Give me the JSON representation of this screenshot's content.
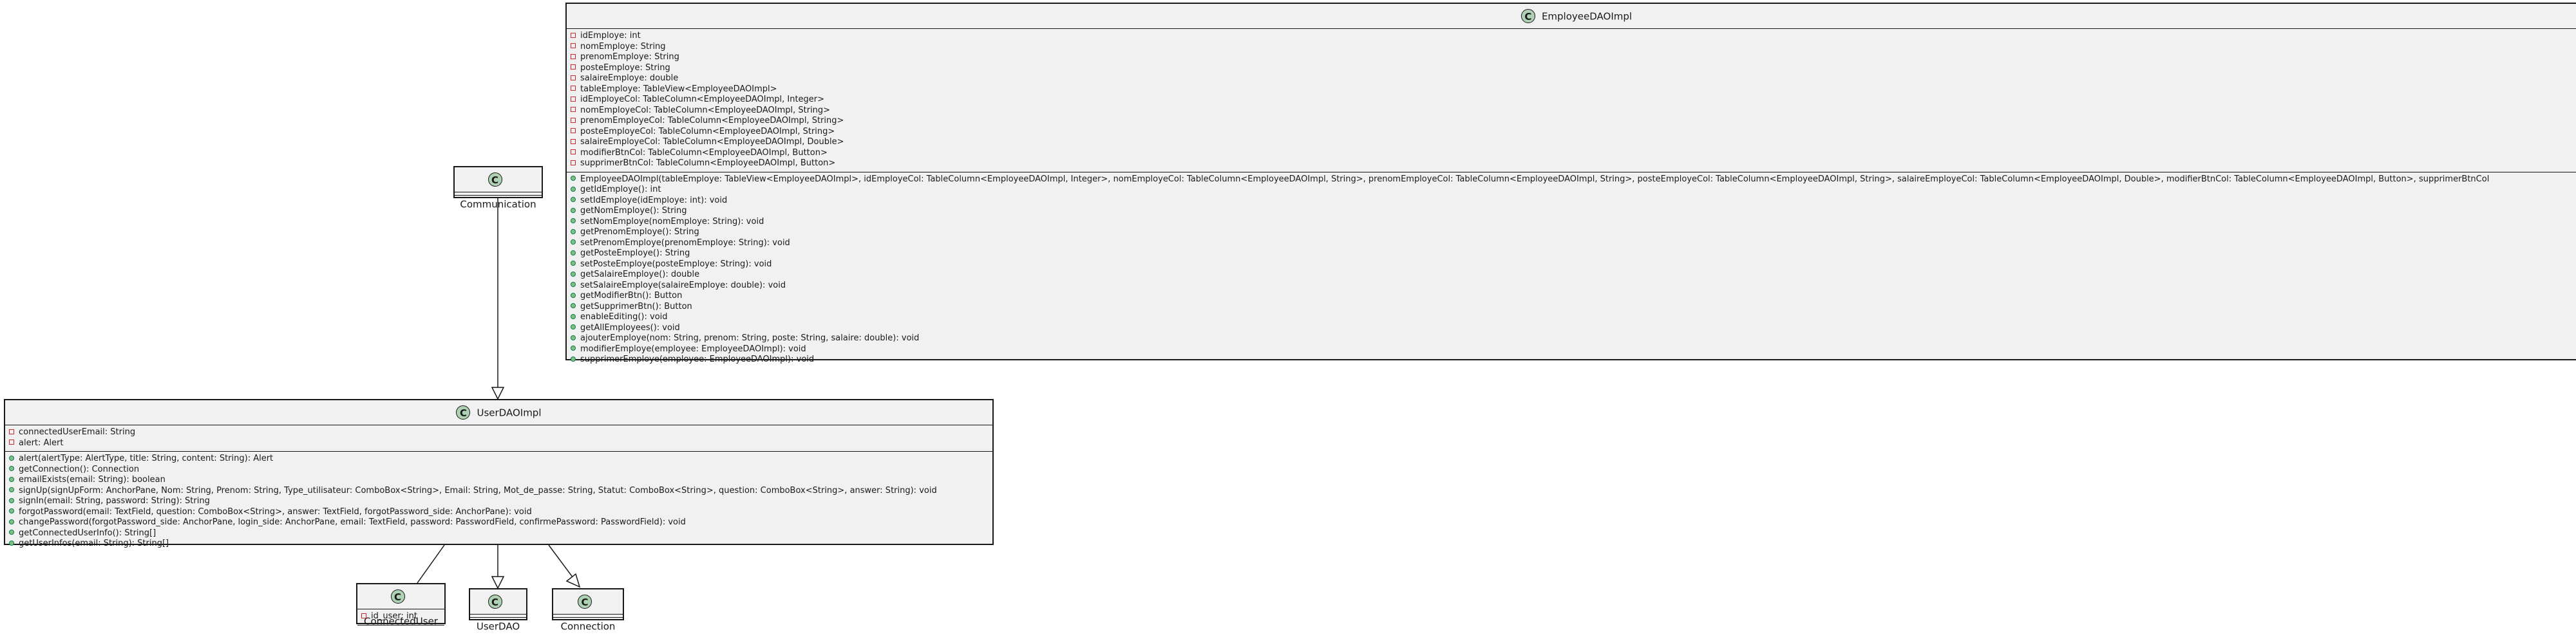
{
  "classes": {
    "employee": {
      "name": "EmployeeDAOImpl",
      "badge": "C",
      "fields": [
        "idEmploye: int",
        "nomEmploye: String",
        "prenomEmploye: String",
        "posteEmploye: String",
        "salaireEmploye: double",
        "tableEmploye: TableView<EmployeeDAOImpl>",
        "idEmployeCol: TableColumn<EmployeeDAOImpl, Integer>",
        "nomEmployeCol: TableColumn<EmployeeDAOImpl, String>",
        "prenomEmployeCol: TableColumn<EmployeeDAOImpl, String>",
        "posteEmployeCol: TableColumn<EmployeeDAOImpl, String>",
        "salaireEmployeCol: TableColumn<EmployeeDAOImpl, Double>",
        "modifierBtnCol: TableColumn<EmployeeDAOImpl, Button>",
        "supprimerBtnCol: TableColumn<EmployeeDAOImpl, Button>"
      ],
      "methods": [
        "EmployeeDAOImpl(tableEmploye: TableView<EmployeeDAOImpl>, idEmployeCol: TableColumn<EmployeeDAOImpl, Integer>, nomEmployeCol: TableColumn<EmployeeDAOImpl, String>, prenomEmployeCol: TableColumn<EmployeeDAOImpl, String>, posteEmployeCol: TableColumn<EmployeeDAOImpl, String>, salaireEmployeCol: TableColumn<EmployeeDAOImpl, Double>, modifierBtnCol: TableColumn<EmployeeDAOImpl, Button>, supprimerBtnCol",
        "getIdEmploye(): int",
        "setIdEmploye(idEmploye: int): void",
        "getNomEmploye(): String",
        "setNomEmploye(nomEmploye: String): void",
        "getPrenomEmploye(): String",
        "setPrenomEmploye(prenomEmploye: String): void",
        "getPosteEmploye(): String",
        "setPosteEmploye(posteEmploye: String): void",
        "getSalaireEmploye(): double",
        "setSalaireEmploye(salaireEmploye: double): void",
        "getModifierBtn(): Button",
        "getSupprimerBtn(): Button",
        "enableEditing(): void",
        "getAllEmployees(): void",
        "ajouterEmploye(nom: String, prenom: String, poste: String, salaire: double): void",
        "modifierEmploye(employee: EmployeeDAOImpl): void",
        "supprimerEmploye(employee: EmployeeDAOImpl): void"
      ]
    },
    "communication": {
      "name": "Communication",
      "badge": "C"
    },
    "user": {
      "name": "UserDAOImpl",
      "badge": "C",
      "fields": [
        "connectedUserEmail: String",
        "alert: Alert"
      ],
      "methods": [
        "alert(alertType: AlertType, title: String, content: String): Alert",
        "getConnection(): Connection",
        "emailExists(email: String): boolean",
        "signUp(signUpForm: AnchorPane, Nom: String, Prenom: String, Type_utilisateur: ComboBox<String>, Email: String, Mot_de_passe: String, Statut: ComboBox<String>, question: ComboBox<String>, answer: String): void",
        "signIn(email: String, password: String): String",
        "forgotPassword(email: TextField, question: ComboBox<String>, answer: TextField, forgotPassword_side: AnchorPane): void",
        "changePassword(forgotPassword_side: AnchorPane, login_side: AnchorPane, email: TextField, password: PasswordField, confirmePassword: PasswordField): void",
        "getConnectedUserInfo(): String[]",
        "getUserInfos(email: String): String[]"
      ]
    },
    "connectedUser": {
      "name": "ConnectedUser",
      "badge": "C",
      "fields": [
        "id_user: int"
      ]
    },
    "userDao": {
      "name": "UserDAO",
      "badge": "C"
    },
    "connection": {
      "name": "Connection",
      "badge": "C"
    }
  },
  "colors": {
    "class_fill": "#f1f1f1",
    "badge_fill": "#add1b2",
    "private_marker": "#c82930",
    "public_marker": "#84be84",
    "line": "#181818"
  }
}
